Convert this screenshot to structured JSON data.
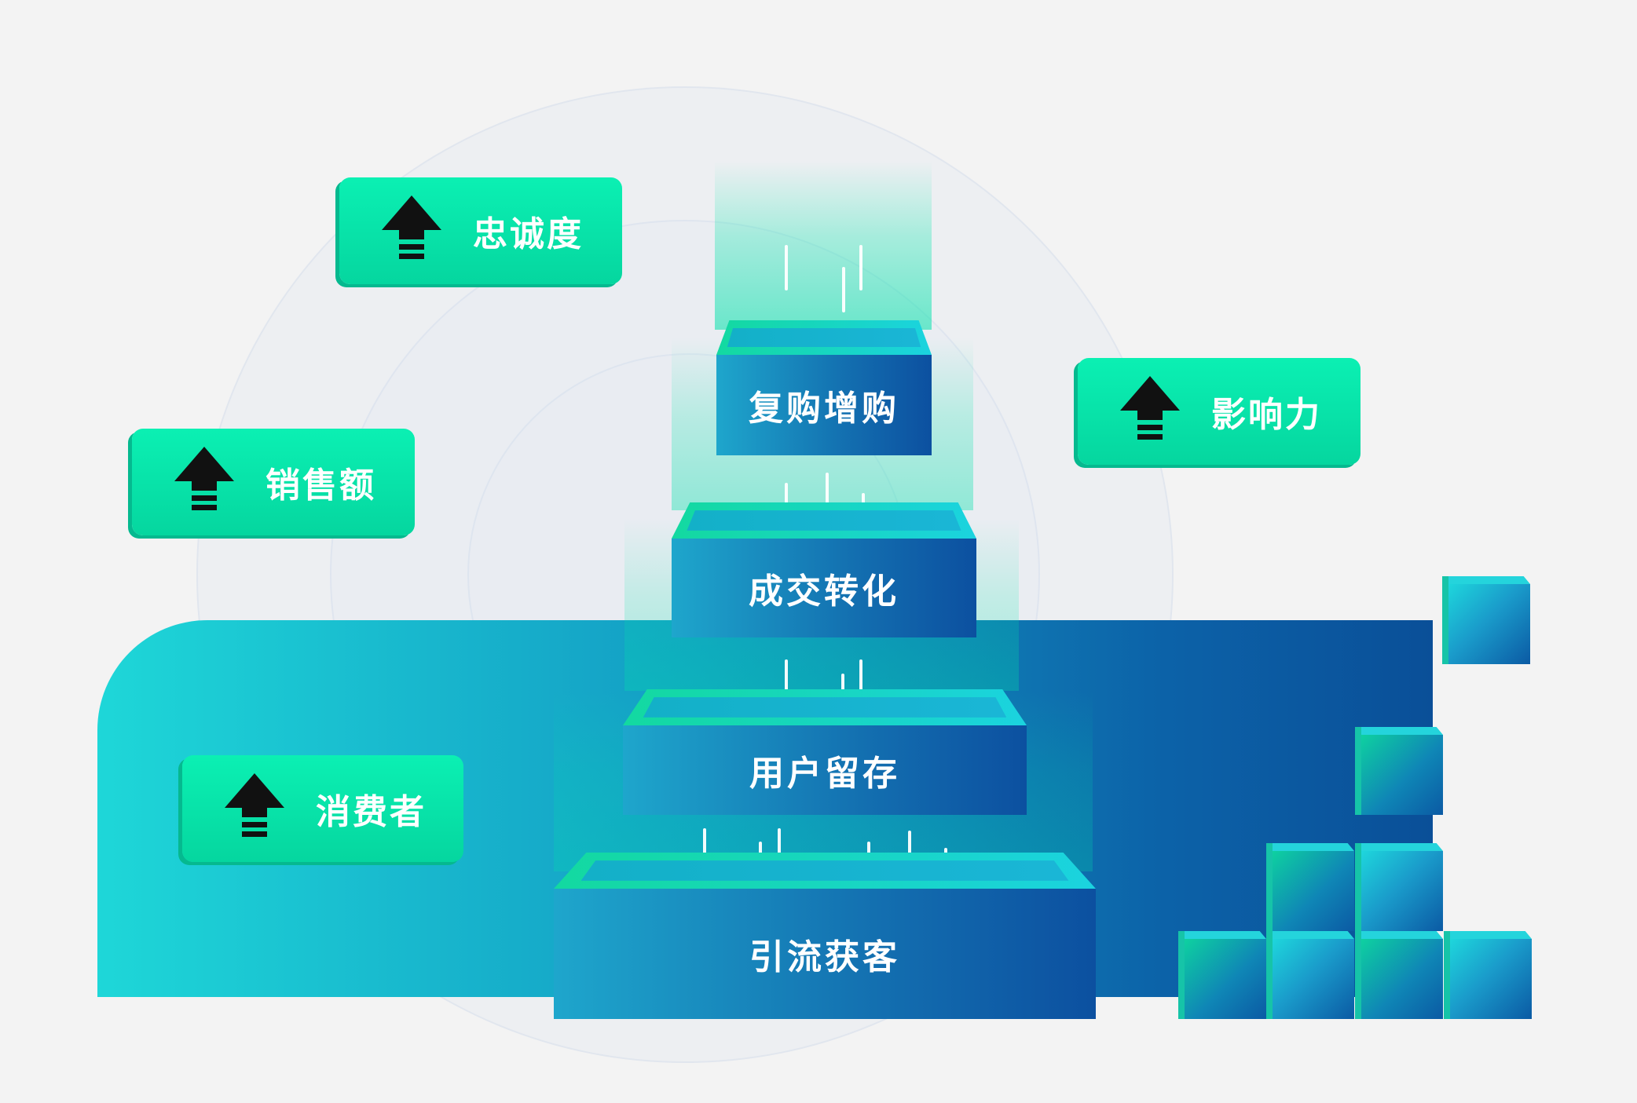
{
  "colors": {
    "background": "#f3f3f3",
    "badge_green": "#05d69f",
    "band_start": "#1ed7d8",
    "band_end": "#0a4f98",
    "tier_face_start": "#1ea6cc",
    "tier_face_end": "#0c50a0",
    "beam": "#00e6aa",
    "text": "#ffffff"
  },
  "funnel": {
    "tiers": [
      {
        "label": "复购增购"
      },
      {
        "label": "成交转化"
      },
      {
        "label": "用户留存"
      },
      {
        "label": "引流获客"
      }
    ]
  },
  "badges": [
    {
      "label": "忠诚度",
      "icon": "arrow-up-icon"
    },
    {
      "label": "影响力",
      "icon": "arrow-up-icon"
    },
    {
      "label": "销售额",
      "icon": "arrow-up-icon"
    },
    {
      "label": "消费者",
      "icon": "arrow-up-icon"
    }
  ]
}
